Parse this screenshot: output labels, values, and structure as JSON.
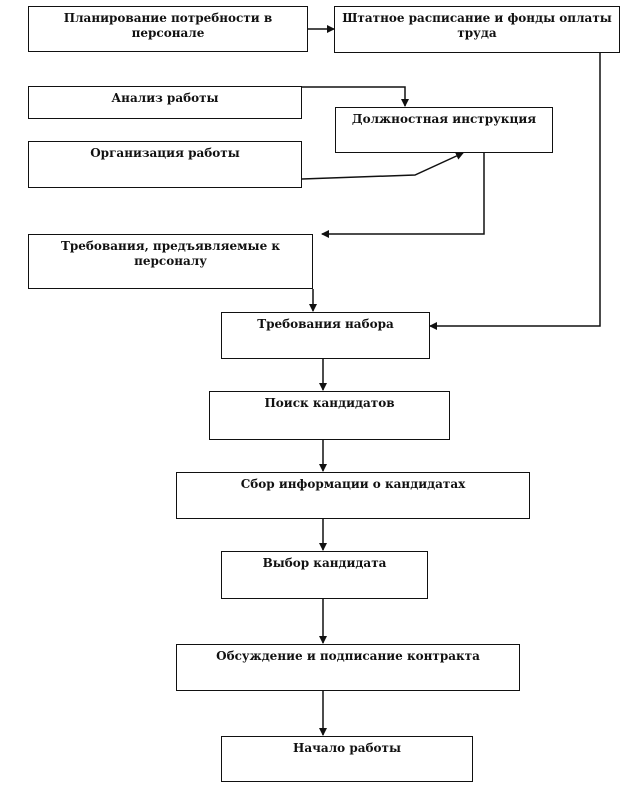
{
  "boxes": {
    "planning": "Планирование потребности в персонале",
    "staffing": "Штатное расписание и фонды оплаты труда",
    "job_analysis": "Анализ работы",
    "job_description": "Должностная инструкция",
    "work_organization": "Организация работы",
    "personnel_requirements": "Требования, предъявляемые к персоналу",
    "recruitment_requirements": "Требования набора",
    "candidate_search": "Поиск кандидатов",
    "info_collection": "Сбор информации о кандидатах",
    "candidate_selection": "Выбор кандидата",
    "contract": "Обсуждение и подписание контракта",
    "start_work": "Начало работы"
  }
}
